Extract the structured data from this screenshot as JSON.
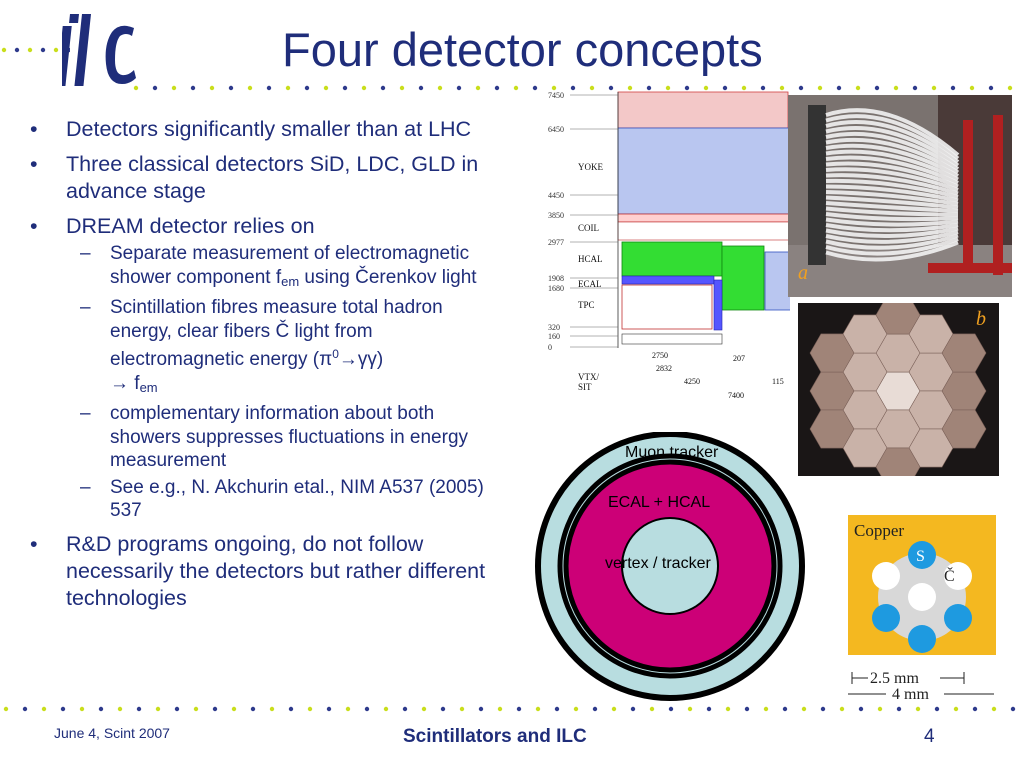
{
  "logo_text": "ilc",
  "title": "Four detector concepts",
  "bullets": [
    {
      "text": "Detectors significantly smaller than at LHC"
    },
    {
      "text": "Three classical detectors SiD, LDC, GLD in advance stage"
    },
    {
      "text": "DREAM detector relies on"
    }
  ],
  "sub_bullets": {
    "s1_a": "Separate measurement  of electromagnetic shower component f",
    "s1_sub": "em",
    "s1_b": " using Čerenkov light",
    "s2_a": "Scintillation fibres measure total hadron energy, clear fibers Č light from electromagnetic energy (π",
    "s2_sup": "0",
    "s2_b": "→γγ)",
    "s2_c": "→ f",
    "s2_sub": "em",
    "s3": "complementary information about both showers suppresses fluctuations in energy measurement",
    "s4": "See e.g., N. Akchurin etal., NIM A537 (2005) 537"
  },
  "last_bullet": "R&D programs ongoing, do not follow necessarily the detectors but rather different technologies",
  "bullet_marker": "•",
  "sub_marker": "–",
  "detector_drawing": {
    "radii": [
      "7450",
      "6450",
      "4450",
      "3850",
      "2977",
      "1908",
      "1680",
      "320",
      "160",
      "0"
    ],
    "layers": [
      "YOKE",
      "COIL",
      "HCAL",
      "ECAL",
      "TPC",
      "VTX/",
      "SIT"
    ],
    "lengths": [
      "2750",
      "207",
      "2832",
      "4250",
      "115",
      "7400"
    ]
  },
  "photo_labels": {
    "a": "a",
    "b": "b"
  },
  "fiber_diagram": {
    "title": "Copper",
    "s_label": "S",
    "c_label": "Č",
    "dim1": "2.5 mm",
    "dim2": "4 mm"
  },
  "rings": {
    "outer": "Muon tracker",
    "middle": "ECAL + HCAL",
    "inner": "vertex / tracker"
  },
  "footer": {
    "date": "June 4,  Scint 2007",
    "center": "Scintillators and ILC",
    "page": "4"
  },
  "colors": {
    "title_blue": "#1f2d7a",
    "dot_green": "#c9de1c",
    "dot_blue": "#2e3a8c",
    "ring_cyan": "#b8dde0",
    "ring_magenta": "#cc0077",
    "copper": "#f4b820",
    "fiber_blue": "#1e9ae0"
  }
}
